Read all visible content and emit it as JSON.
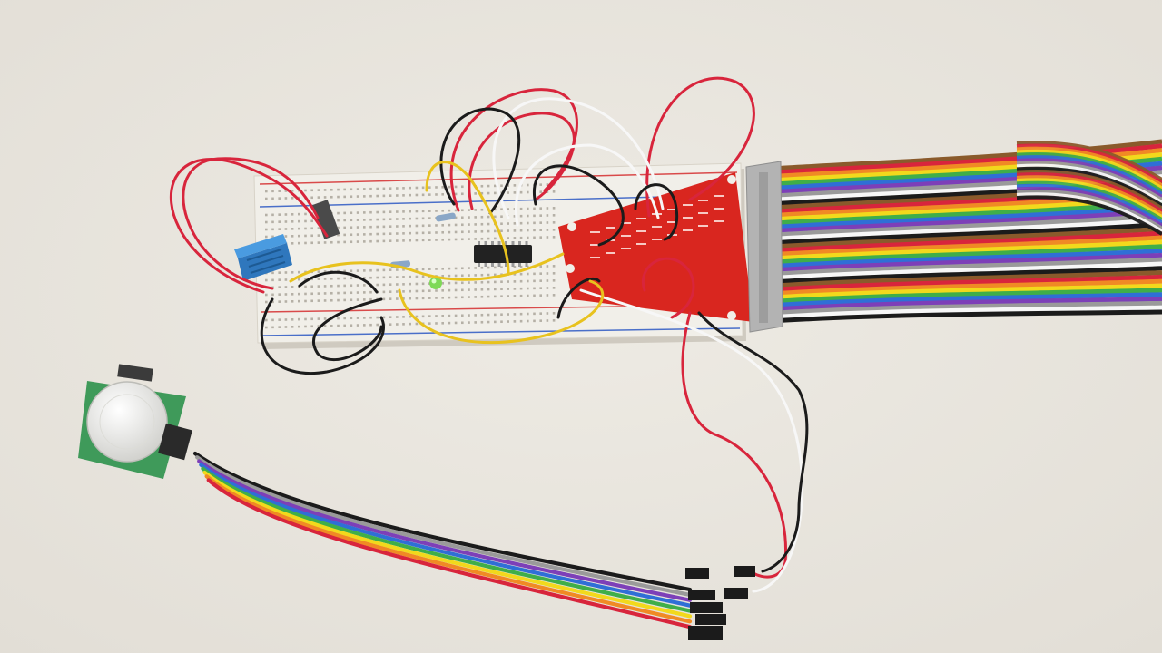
{
  "photo": {
    "background_color": "#e9e6df",
    "components": [
      "breadboard",
      "t-cobbler-breakout",
      "40-pin-ribbon-cable",
      "pir-motion-sensor",
      "dht-humidity-sensor",
      "ic-chip",
      "led",
      "resistors",
      "jumper-wires",
      "dupont-ribbon-cable"
    ]
  },
  "colors": {
    "breadboard": "#f1efe9",
    "rail_red": "#d94a4a",
    "rail_blue": "#4a6fc9",
    "cobbler_pcb": "#d9261f",
    "ribbon_connector": "#bdbdbd",
    "dht_sensor": "#3f8fd6",
    "pir_pcb": "#3f9a5a",
    "pir_dome": "#f4f4f2",
    "wire_red": "#d8253c",
    "wire_black": "#1b1b1b",
    "wire_white": "#f7f7f7",
    "wire_yellow": "#e8c21e",
    "led_green": "#7ed957"
  },
  "ribbon_colors": [
    "#8a5a2b",
    "#d8253c",
    "#f08a24",
    "#f2d91c",
    "#3fae49",
    "#2f6fd6",
    "#7d3fb8",
    "#9a9a9a",
    "#f7f7f7",
    "#1b1b1b"
  ],
  "dupont_colors": [
    "#1b1b1b",
    "#9a9a9a",
    "#7d3fb8",
    "#2f6fd6",
    "#3fae49",
    "#f2d91c",
    "#f08a24",
    "#d8253c"
  ]
}
